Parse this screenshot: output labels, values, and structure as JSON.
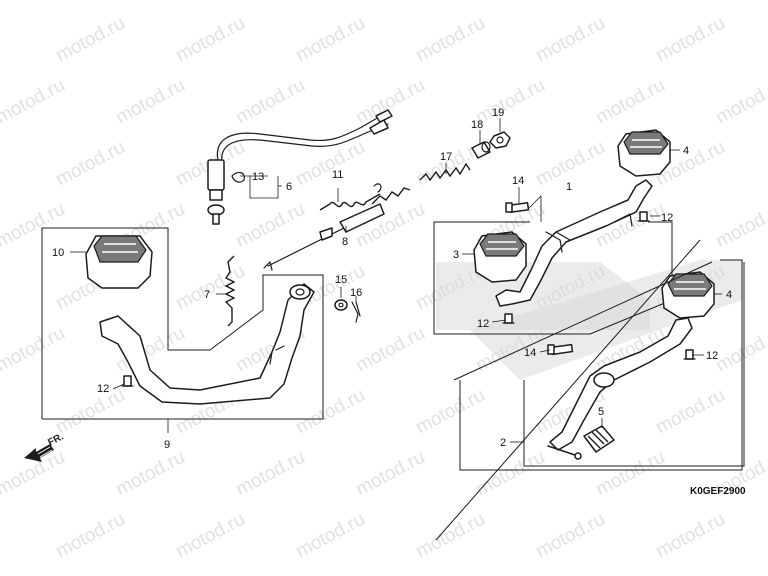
{
  "diagram": {
    "drawing_code": "K0GEF2900",
    "direction_label": "FR.",
    "watermark_text": "motod.ru",
    "colors": {
      "line": "#1c1c1c",
      "pad_top": "#7a7a7a",
      "watermark": "#c9c9c9"
    },
    "callouts": {
      "c1": "1",
      "c2": "2",
      "c3": "3",
      "c4a": "4",
      "c4b": "4",
      "c5": "5",
      "c6": "6",
      "c7": "7",
      "c8": "8",
      "c9": "9",
      "c10": "10",
      "c11": "11",
      "c12a": "12",
      "c12b": "12",
      "c12c": "12",
      "c12d": "12",
      "c13": "13",
      "c14a": "14",
      "c14b": "14",
      "c15": "15",
      "c16": "16",
      "c17": "17",
      "c18": "18",
      "c19": "19"
    }
  }
}
